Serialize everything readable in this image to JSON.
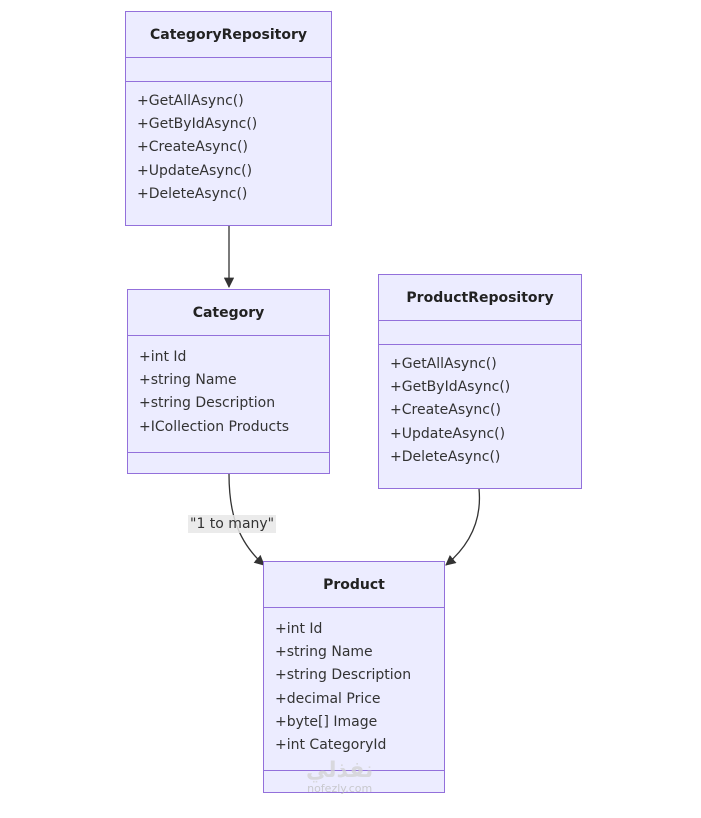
{
  "diagram": {
    "classes": {
      "category_repository": {
        "name": "CategoryRepository",
        "attributes": [],
        "methods": [
          "+GetAllAsync()",
          "+GetByIdAsync()",
          "+CreateAsync()",
          "+UpdateAsync()",
          "+DeleteAsync()"
        ]
      },
      "category": {
        "name": "Category",
        "attributes": [
          "+int Id",
          "+string Name",
          "+string Description",
          "+ICollection Products"
        ],
        "methods": []
      },
      "product_repository": {
        "name": "ProductRepository",
        "attributes": [],
        "methods": [
          "+GetAllAsync()",
          "+GetByIdAsync()",
          "+CreateAsync()",
          "+UpdateAsync()",
          "+DeleteAsync()"
        ]
      },
      "product": {
        "name": "Product",
        "attributes": [
          "+int Id",
          "+string Name",
          "+string Description",
          "+decimal Price",
          "+byte[] Image",
          "+int CategoryId"
        ],
        "methods": []
      }
    },
    "relations": [
      {
        "from": "CategoryRepository",
        "to": "Category",
        "label": ""
      },
      {
        "from": "Category",
        "to": "Product",
        "label": "\"1 to many\""
      },
      {
        "from": "ProductRepository",
        "to": "Product",
        "label": ""
      }
    ],
    "colors": {
      "box_fill": "#ECECFF",
      "box_border": "#9370DB",
      "edge": "#333333",
      "label_bg": "#E8E8E8"
    }
  },
  "watermark": {
    "logo": "نفذلي",
    "site": "nofezly.com"
  }
}
